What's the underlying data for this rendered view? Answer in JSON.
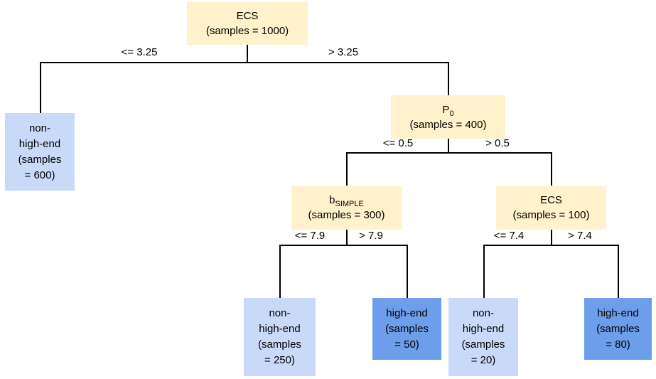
{
  "diagram": {
    "type": "decision-tree",
    "colors": {
      "internal_node_fill": "#fff2cc",
      "leaf_non_high_end_fill": "#c9daf8",
      "leaf_high_end_fill": "#6d9eeb",
      "edge_color": "#000000",
      "text_color": "#000000"
    },
    "nodes": {
      "root": {
        "title": "ECS",
        "subscript": "",
        "samples": "(samples = 1000)"
      },
      "p0": {
        "title": "P",
        "subscript": "0",
        "samples": "(samples = 400)"
      },
      "b_simple": {
        "title": "b",
        "subscript": "SIMPLE",
        "samples": "(samples = 300)"
      },
      "ecs2": {
        "title": "ECS",
        "subscript": "",
        "samples": "(samples = 100)"
      },
      "leaf600": {
        "class": "non-high-end",
        "text": "non-\nhigh-end\n(samples\n= 600)"
      },
      "leaf250": {
        "class": "non-high-end",
        "text": "non-\nhigh-end\n(samples\n= 250)"
      },
      "leaf50": {
        "class": "high-end",
        "text": "high-end\n(samples\n= 50)"
      },
      "leaf20": {
        "class": "non-high-end",
        "text": "non-\nhigh-end\n(samples\n= 20)"
      },
      "leaf80": {
        "class": "high-end",
        "text": "high-end\n(samples\n= 80)"
      }
    },
    "edges": {
      "root_left": "<= 3.25",
      "root_right": "> 3.25",
      "p0_left": "<= 0.5",
      "p0_right": "> 0.5",
      "b_left": "<= 7.9",
      "b_right": "> 7.9",
      "ecs2_left": "<= 7.4",
      "ecs2_right": "> 7.4"
    }
  }
}
